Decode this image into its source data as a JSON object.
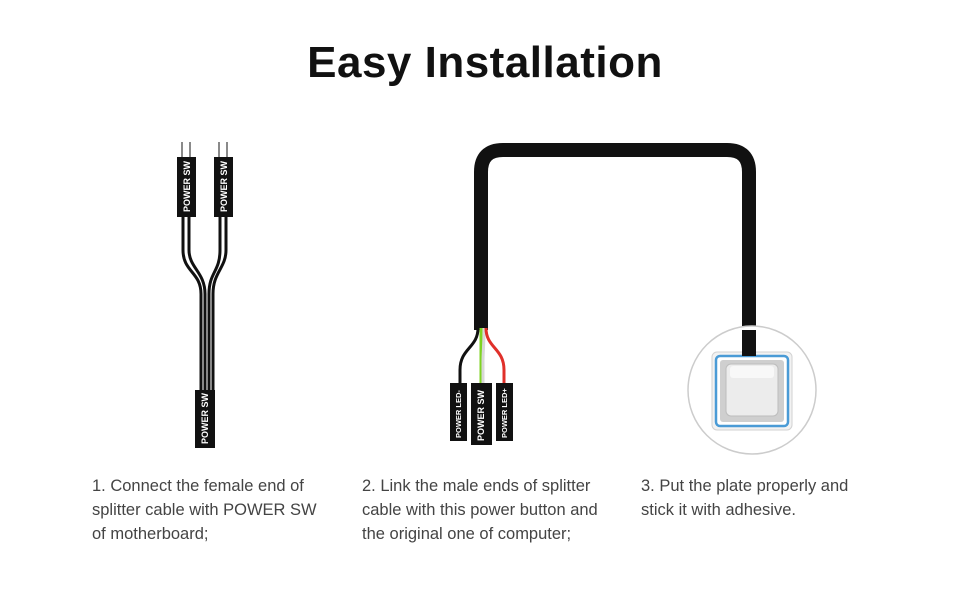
{
  "title": "Easy Installation",
  "connectors": {
    "power_sw": "POWER SW",
    "power_led_minus": "POWER LED-",
    "power_led_plus": "POWER LED+"
  },
  "steps": [
    {
      "lines": [
        "1.  Connect the female end of",
        "splitter cable with POWER SW",
        "of motherboard;"
      ]
    },
    {
      "lines": [
        "2.  Link the male ends of splitter",
        "cable with this power button and",
        "the original one of computer;"
      ]
    },
    {
      "lines": [
        "3.  Put the plate properly and",
        "stick it with adhesive."
      ]
    }
  ],
  "colors": {
    "cable": "#111111",
    "wire_green": "#7ed321",
    "wire_red": "#e0302a",
    "wire_white": "#e8e8e8",
    "text": "#444444"
  }
}
